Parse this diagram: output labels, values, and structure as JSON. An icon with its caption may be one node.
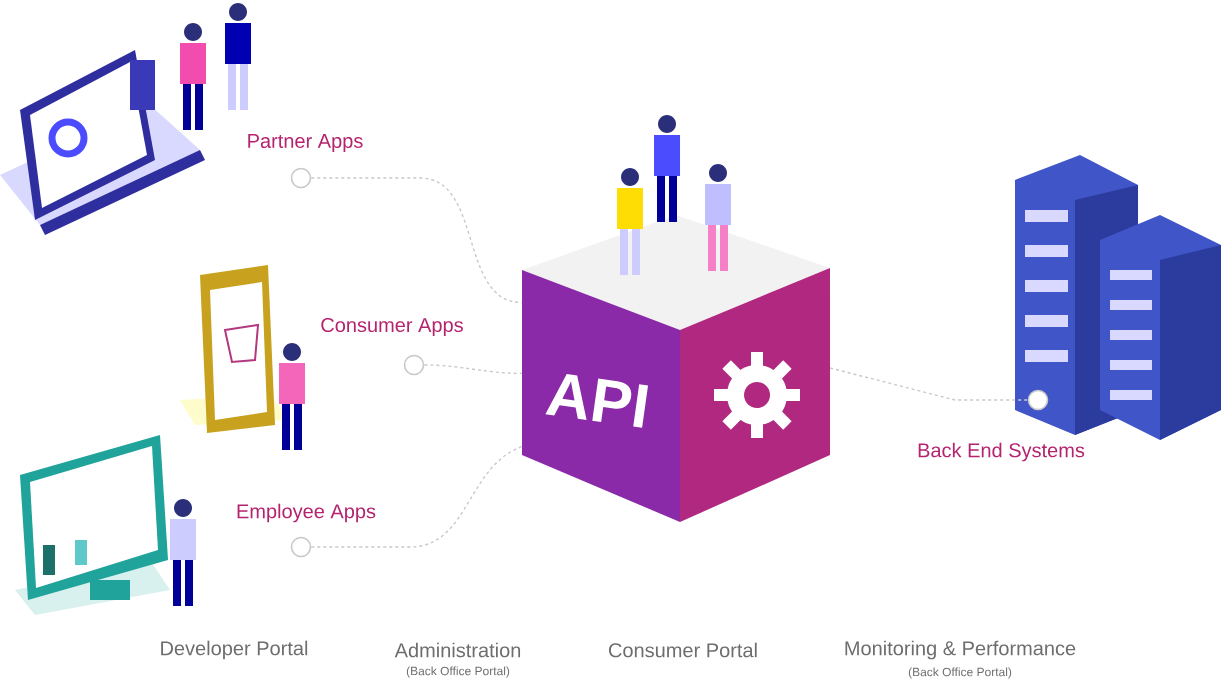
{
  "diagram": {
    "nodes": [
      {
        "text": [],
        "shape": "circle",
        "beside": [
          "Partner Apps"
        ]
      },
      {
        "text": [],
        "shape": "circle",
        "beside": [
          "Consumer Apps"
        ]
      },
      {
        "text": [],
        "shape": "circle",
        "beside": [
          "Employee Apps"
        ]
      },
      {
        "text": [
          "API"
        ]
      },
      {
        "text": [],
        "shape": "circle",
        "beside": [
          "Back End Systems"
        ]
      }
    ],
    "edges": [
      {
        "from": 0,
        "to": 3,
        "arrow": "none",
        "style": "dashed"
      },
      {
        "from": 1,
        "to": 3,
        "arrow": "none",
        "style": "dashed"
      },
      {
        "from": 2,
        "to": 3,
        "arrow": "none",
        "style": "dashed"
      },
      {
        "from": 3,
        "to": 4,
        "arrow": "none",
        "style": "dashed"
      }
    ],
    "labels": [
      "Developer Portal",
      "Administration",
      "(Back Office Portal)",
      "Consumer Portal",
      "Monitoring & Performance",
      "(Back Office Portal)"
    ]
  }
}
